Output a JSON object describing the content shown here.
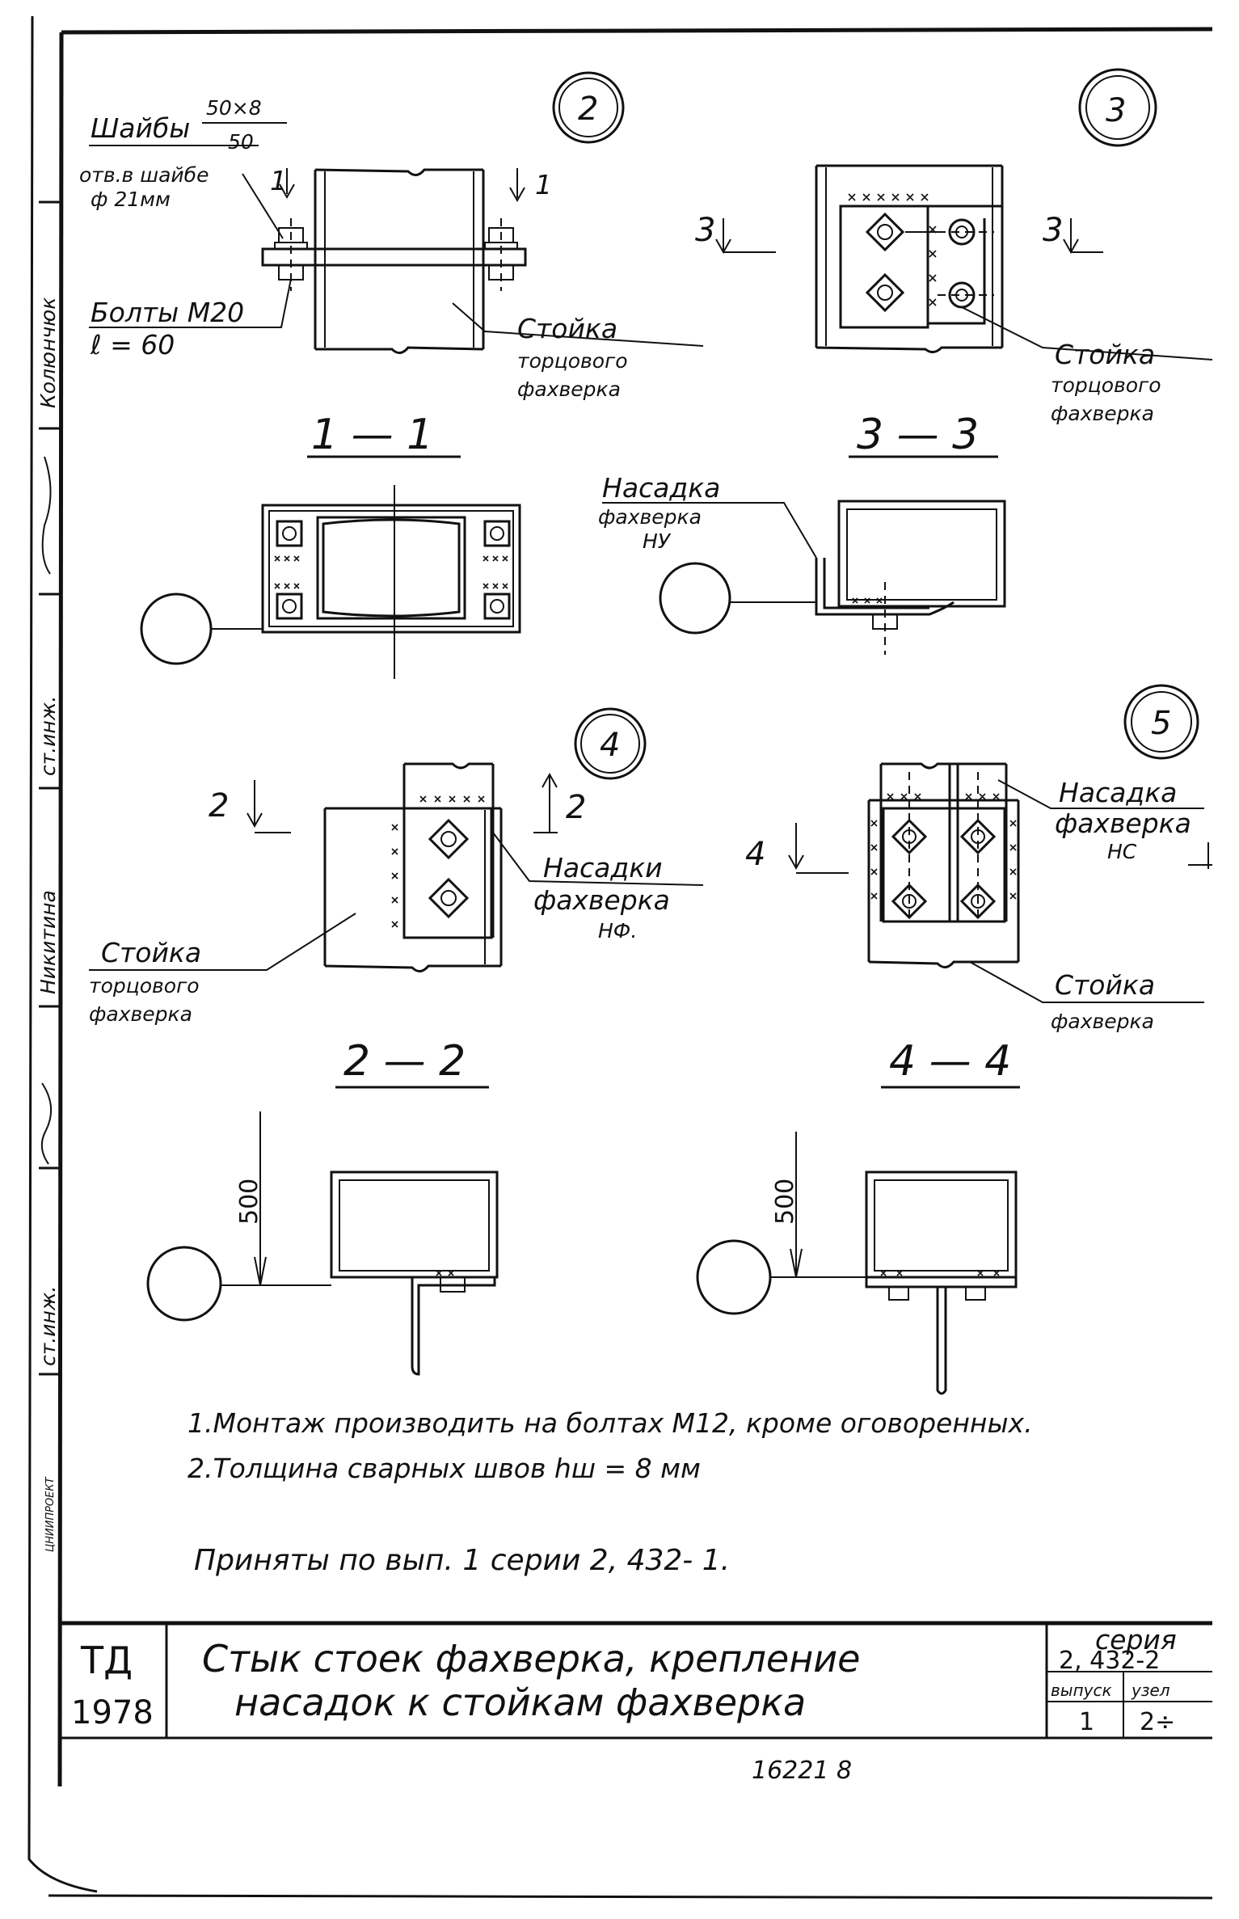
{
  "side_stamp": {
    "names": [
      "Колюнчюк",
      "ст.инж.",
      "Никитина",
      "ст.инж."
    ],
    "archive": "ЦНИИПРОЕКТ"
  },
  "node_2": {
    "number": "2",
    "washers_label": "Шайбы",
    "washers_frac_top": "50×8",
    "washers_frac_bottom": "50",
    "hole_line1": "отв.в шайбе",
    "hole_line2": "ф 21мм",
    "bolts_line1": "Болты М20",
    "bolts_line2": "ℓ = 60",
    "cut_mark": "1",
    "post_line1": "Стойка",
    "post_line2": "торцового",
    "post_line3": "фахверка"
  },
  "node_3": {
    "number": "3",
    "cut_mark": "3",
    "post_line1": "Стойка",
    "post_line2": "торцового",
    "post_line3": "фахверка"
  },
  "section_1_1": {
    "title": "1 — 1"
  },
  "section_3_3": {
    "title": "3 — 3",
    "cap_line1": "Насадка",
    "cap_line2": "фахверка",
    "cap_line3": "НУ"
  },
  "node_4": {
    "number": "4",
    "cut_mark": "2",
    "caps_line1": "Насадки",
    "caps_line2": "фахверка",
    "caps_line3": "НФ.",
    "post_line1": "Стойка",
    "post_line2": "торцового",
    "post_line3": "фахверка"
  },
  "node_5": {
    "number": "5",
    "cut_mark": "4",
    "cap_line1": "Насадка",
    "cap_line2": "фахверка",
    "cap_line3": "НС",
    "post_line1": "Стойка",
    "post_line2": "фахверка"
  },
  "section_2_2": {
    "title": "2 — 2",
    "dimension": "500"
  },
  "section_4_4": {
    "title": "4 — 4",
    "dimension": "500"
  },
  "notes": [
    "1.Монтаж производить на болтах М12, кроме оговоренных.",
    "2.Толщина сварных швов hш = 8 мм"
  ],
  "accepted_note": "Приняты по вып. 1  серии  2, 432- 1.",
  "title_block": {
    "org_line1": "ТД",
    "org_line2": "1978",
    "title_line1": "Стык  стоек  фахверка,  крепление",
    "title_line2": "насадок  к стойкам  фахверка",
    "series_label": "серия",
    "series_value": "2, 432-2",
    "issue_label": "выпуск",
    "issue_value": "1",
    "node_label": "узел",
    "node_value": "2÷"
  },
  "footer_number": "16221  8"
}
